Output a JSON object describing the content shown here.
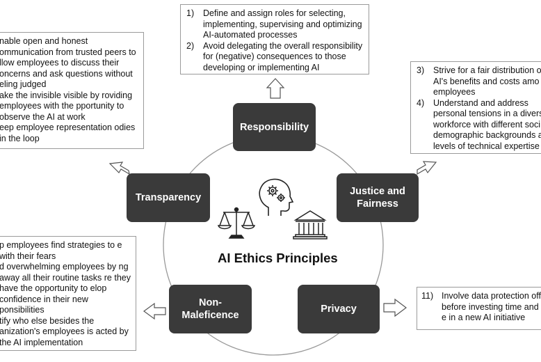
{
  "title": "AI Ethics Principles",
  "nodes": {
    "responsibility": "Responsibility",
    "transparency": "Transparency",
    "justice": "Justice and\nFairness",
    "non_maleficence": "Non-\nMaleficence",
    "privacy": "Privacy"
  },
  "boxes": {
    "responsibility": [
      {
        "num": "1)",
        "text": "Define and assign roles for selecting, implementing, supervising and optimizing AI-automated processes"
      },
      {
        "num": "2)",
        "text": "Avoid delegating the overall responsibility for (negative) consequences to those developing or implementing AI"
      }
    ],
    "transparency": [
      {
        "num": "",
        "text": "nable open and honest ommunication from trusted peers to llow employees to discuss their oncerns and ask questions without eling judged"
      },
      {
        "num": "",
        "text": "ake the invisible visible by roviding employees with the pportunity to observe the AI at work"
      },
      {
        "num": "",
        "text": "eep employee representation odies in the loop"
      }
    ],
    "justice": [
      {
        "num": "3)",
        "text": "Strive for a fair distribution o AI's benefits and costs amo employees"
      },
      {
        "num": "4)",
        "text": "Understand and address personal tensions in a divers workforce with different soci demographic backgrounds a levels of technical expertise"
      }
    ],
    "non_maleficence": [
      {
        "num": "",
        "text": "p employees find strategies to e with their fears"
      },
      {
        "num": "",
        "text": "d overwhelming employees by ng away all their routine tasks re they have the opportunity to elop confidence in their new ponsibilities"
      },
      {
        "num": "",
        "text": "tify who else besides the anization's employees is acted by the AI implementation"
      }
    ],
    "privacy": [
      {
        "num": "11)",
        "text": "Involve data protection offi before investing time and e in a new AI initiative"
      }
    ]
  },
  "icons": [
    "head-gears-icon",
    "scales-icon",
    "courthouse-icon"
  ]
}
